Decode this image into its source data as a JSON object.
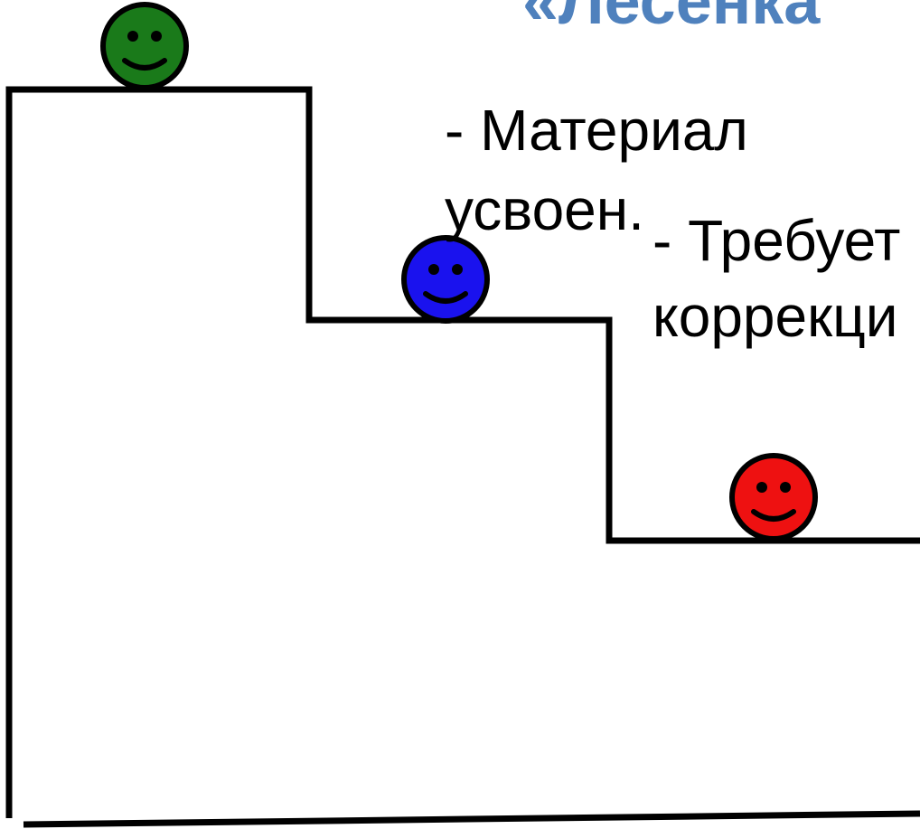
{
  "title": "«Лесенка",
  "levels": [
    {
      "lines": [
        "- Материал",
        "усвоен."
      ],
      "smiley_color": "#1a7a1a"
    },
    {
      "lines": [
        "- Требует",
        "коррекци"
      ],
      "smiley_color": "#1a12ee"
    },
    {
      "lines": [],
      "smiley_color": "#ee1111"
    }
  ]
}
